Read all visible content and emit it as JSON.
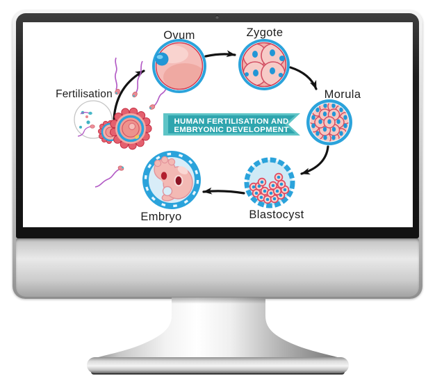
{
  "diagram": {
    "title": {
      "line1": "HUMAN FERTILISATION AND",
      "line2": "EMBRYONIC DEVELOPMENT"
    },
    "stages": [
      {
        "label": "Fertilisation"
      },
      {
        "label": "Ovum"
      },
      {
        "label": "Zygote"
      },
      {
        "label": "Morula"
      },
      {
        "label": "Blastocyst"
      },
      {
        "label": "Embryo"
      }
    ],
    "sequence": "Fertilisation → Ovum → Zygote → Morula → Blastocyst → Embryo",
    "colors": {
      "banner_light_teal": "#5ec4c6",
      "banner_dark_teal": "#2fa5ae",
      "cell_ring_blue": "#2ba3db",
      "cell_pink": "#f5bdb9",
      "cell_outline_red": "#d03b52",
      "nucleus_blue": "#2196d6",
      "sperm_tail_purple": "#b35cc6",
      "fluid_light_blue": "#cfeaf6",
      "arrow_black": "#131313"
    }
  }
}
